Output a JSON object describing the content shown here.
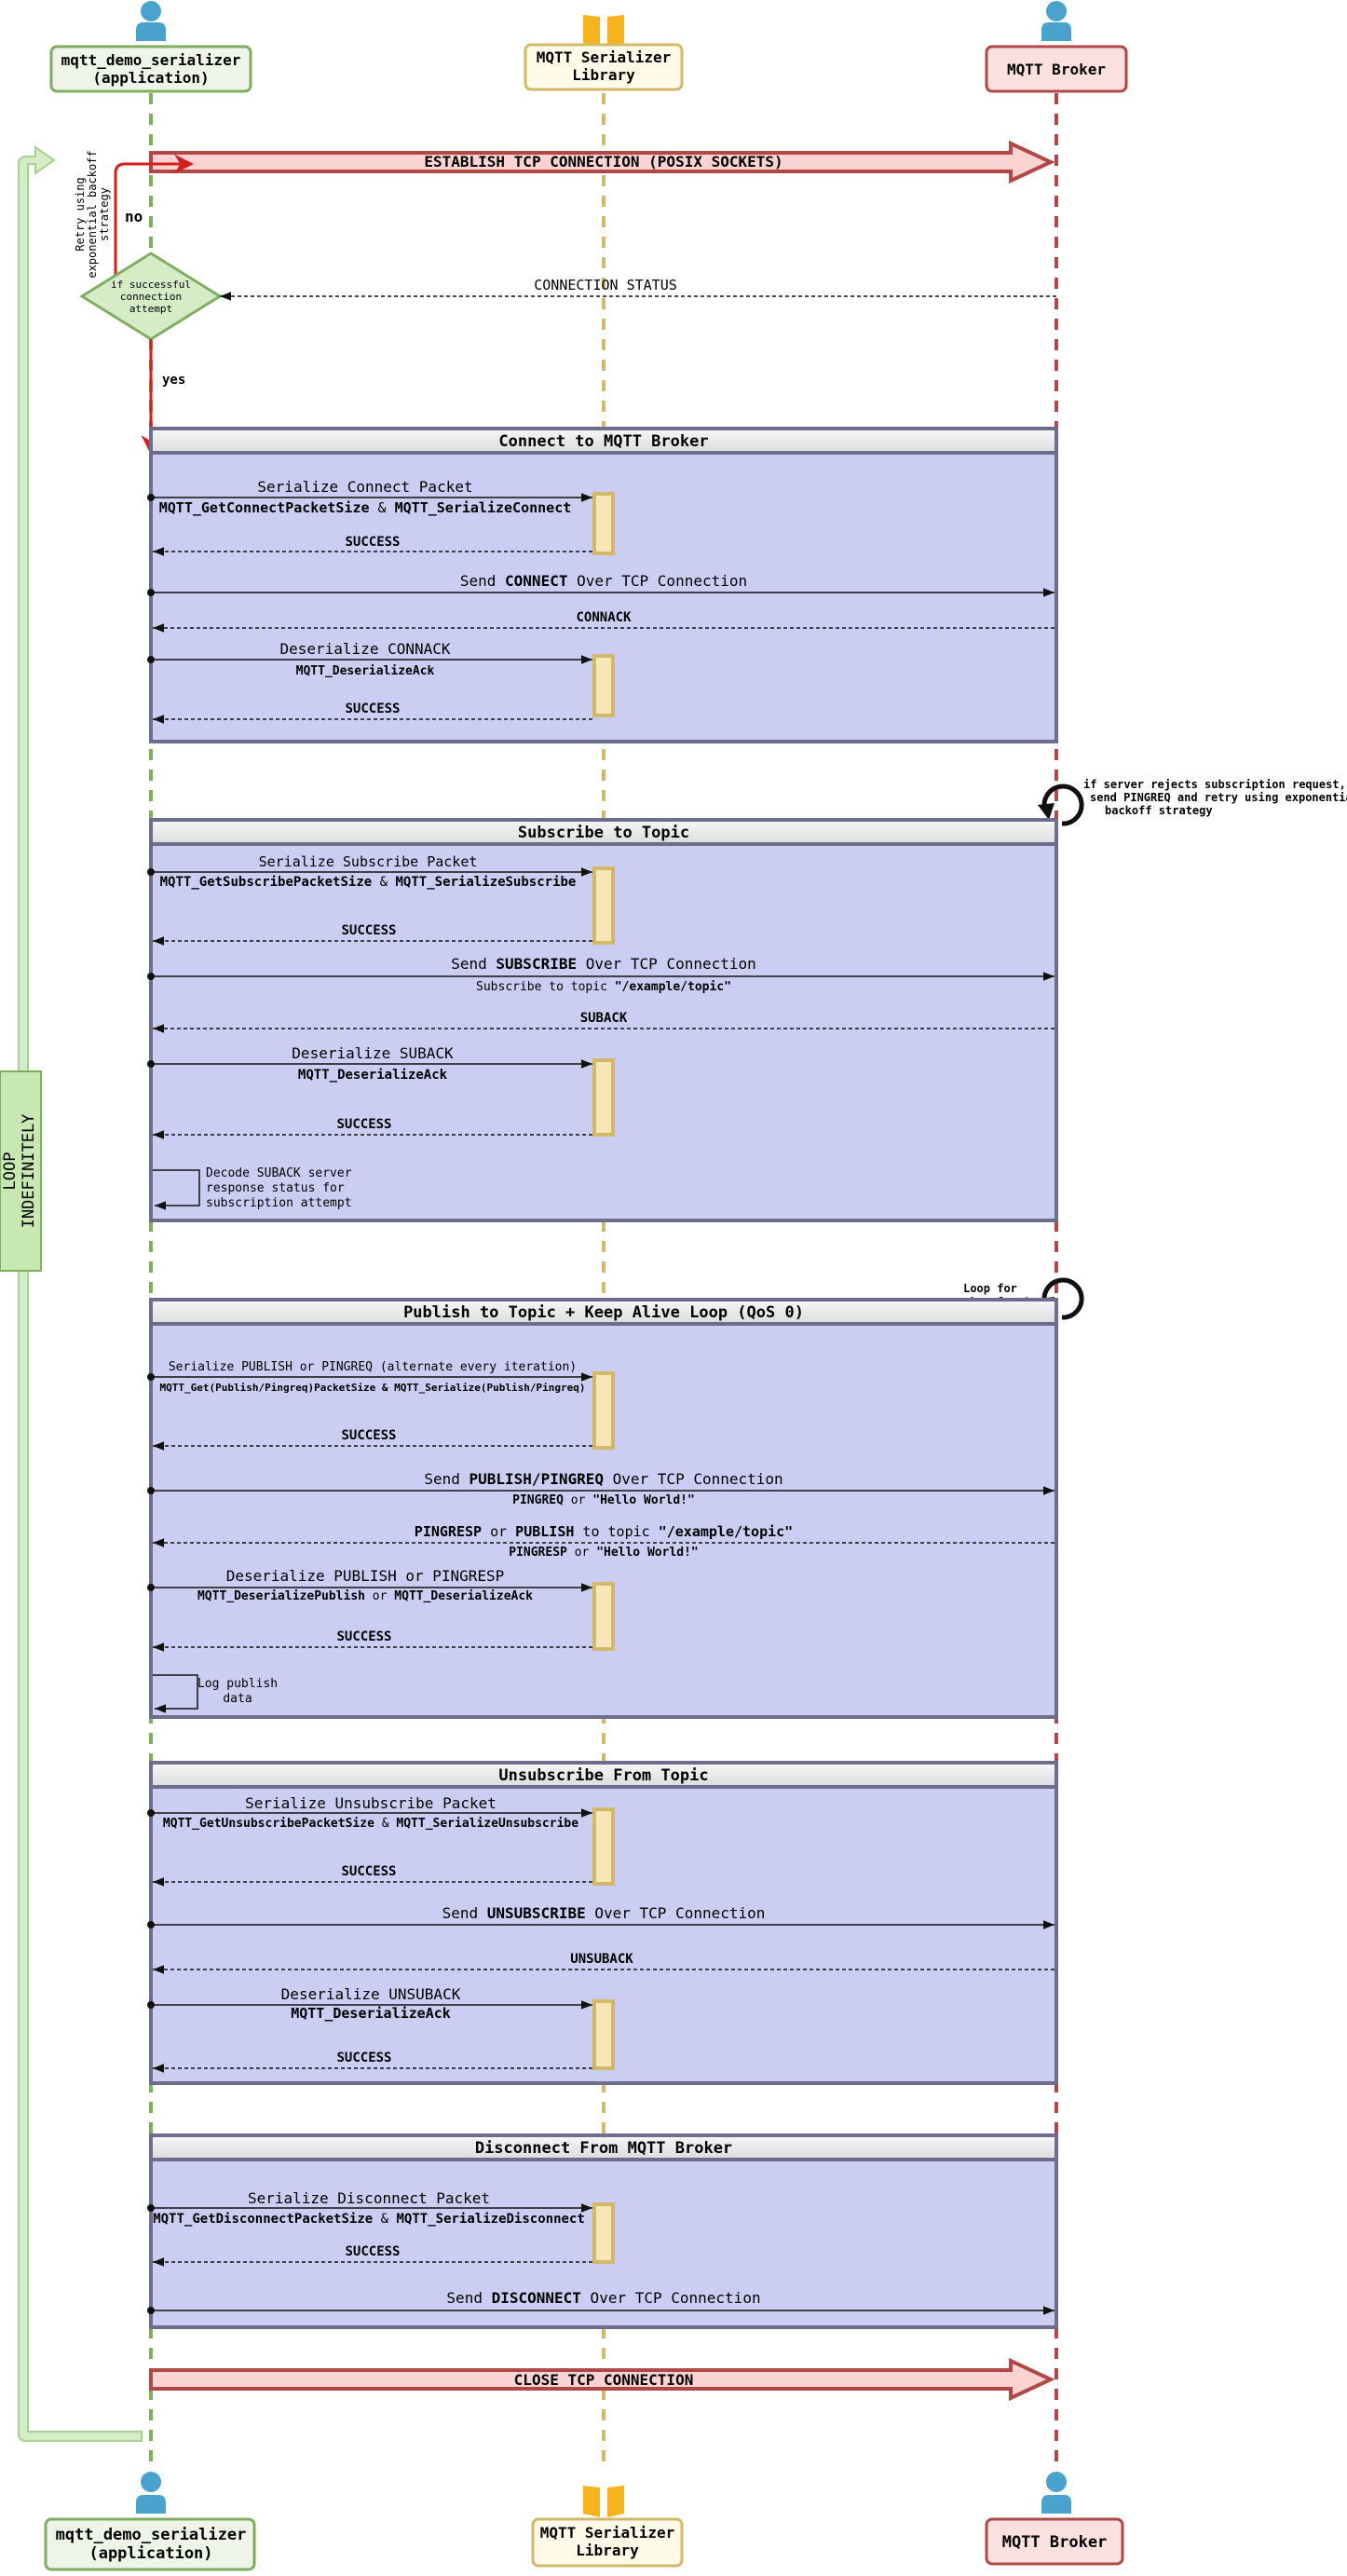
{
  "participants": {
    "app": {
      "line1": "mqtt_demo_serializer",
      "line2": "(application)"
    },
    "lib": {
      "line1": "MQTT Serializer",
      "line2": "Library"
    },
    "broker": {
      "line1": "MQTT Broker"
    }
  },
  "colors": {
    "app_fill": "#eef5e8",
    "app_border": "#7fae62",
    "lib_fill": "#fffbe8",
    "lib_border": "#d4b86a",
    "broker_fill": "#fbe0e0",
    "broker_border": "#b04848",
    "group_fill": "#cccdf2",
    "group_border": "#6e6e8c",
    "actor_icon": "#4aa3cc",
    "loop_green": "#c7e7b3",
    "retry_red": "#d41f1f"
  },
  "connect_phase": {
    "establish": "ESTABLISH TCP CONNECTION (POSIX SOCKETS)",
    "retry_note": [
      "Retry using",
      "exponential backoff",
      "strategy"
    ],
    "no": "no",
    "yes": "yes",
    "decision": [
      "if successful",
      "connection",
      "attempt"
    ],
    "status": "CONNECTION STATUS"
  },
  "loop_label": [
    "LOOP",
    "INDEFINITELY"
  ],
  "connect_group": {
    "title": "Connect to MQTT Broker",
    "serialize": "Serialize Connect Packet",
    "api": [
      "MQTT_GetConnectPacketSize",
      " & ",
      "MQTT_SerializeConnect"
    ],
    "success1": "SUCCESS",
    "send": [
      "Send ",
      "CONNECT",
      " Over TCP Connection"
    ],
    "connack": "CONNACK",
    "deserialize": "Deserialize CONNACK",
    "deserialize_api": "MQTT_DeserializeAck",
    "success2": "SUCCESS"
  },
  "subscribe_note": [
    "if server rejects subscription request,",
    "send PINGREQ and retry using exponential",
    "backoff strategy"
  ],
  "subscribe_group": {
    "title": "Subscribe to Topic",
    "serialize": "Serialize Subscribe Packet",
    "api": [
      "MQTT_GetSubscribePacketSize",
      " & ",
      "MQTT_SerializeSubscribe"
    ],
    "success1": "SUCCESS",
    "send": [
      "Send ",
      "SUBSCRIBE",
      " Over TCP Connection"
    ],
    "send_sub": [
      "Subscribe to topic ",
      "\"/example/topic\""
    ],
    "suback": "SUBACK",
    "deserialize": "Deserialize SUBACK",
    "deserialize_api": "MQTT_DeserializeAck",
    "success2": "SUCCESS",
    "self_note": [
      "Decode SUBACK server",
      "response status for",
      "subscription attempt"
    ]
  },
  "publish_note": [
    "Loop for",
    "maxLoopCount"
  ],
  "publish_group": {
    "title": "Publish to Topic + Keep Alive Loop (QoS 0)",
    "serialize": "Serialize PUBLISH or PINGREQ (alternate every iteration)",
    "api": "MQTT_Get(Publish/Pingreq)PacketSize & MQTT_Serialize(Publish/Pingreq)",
    "success1": "SUCCESS",
    "send": [
      "Send ",
      "PUBLISH/PINGREQ",
      " Over TCP Connection"
    ],
    "send_sub": [
      "PINGREQ",
      " or ",
      "\"Hello World!\""
    ],
    "resp": [
      "PINGRESP",
      " or ",
      "PUBLISH",
      " to topic ",
      "\"/example/topic\""
    ],
    "resp_sub": [
      "PINGRESP",
      " or ",
      "\"Hello World!\""
    ],
    "deserialize": "Deserialize PUBLISH or PINGRESP",
    "deserialize_api": [
      "MQTT_DeserializePublish",
      " or ",
      "MQTT_DeserializeAck"
    ],
    "success2": "SUCCESS",
    "self_note": [
      "Log publish",
      "data"
    ]
  },
  "unsubscribe_group": {
    "title": "Unsubscribe From Topic",
    "serialize": "Serialize Unsubscribe Packet",
    "api": [
      "MQTT_GetUnsubscribePacketSize",
      " & ",
      "MQTT_SerializeUnsubscribe"
    ],
    "success1": "SUCCESS",
    "send": [
      "Send ",
      "UNSUBSCRIBE",
      " Over TCP Connection"
    ],
    "unsuback": "UNSUBACK",
    "deserialize": "Deserialize UNSUBACK",
    "deserialize_api": "MQTT_DeserializeAck",
    "success2": "SUCCESS"
  },
  "disconnect_group": {
    "title": "Disconnect From MQTT Broker",
    "serialize": "Serialize Disconnect Packet",
    "api": [
      "MQTT_GetDisconnectPacketSize",
      " & ",
      "MQTT_SerializeDisconnect"
    ],
    "success1": "SUCCESS",
    "send": [
      "Send ",
      "DISCONNECT",
      " Over TCP Connection"
    ]
  },
  "close": "CLOSE TCP CONNECTION"
}
